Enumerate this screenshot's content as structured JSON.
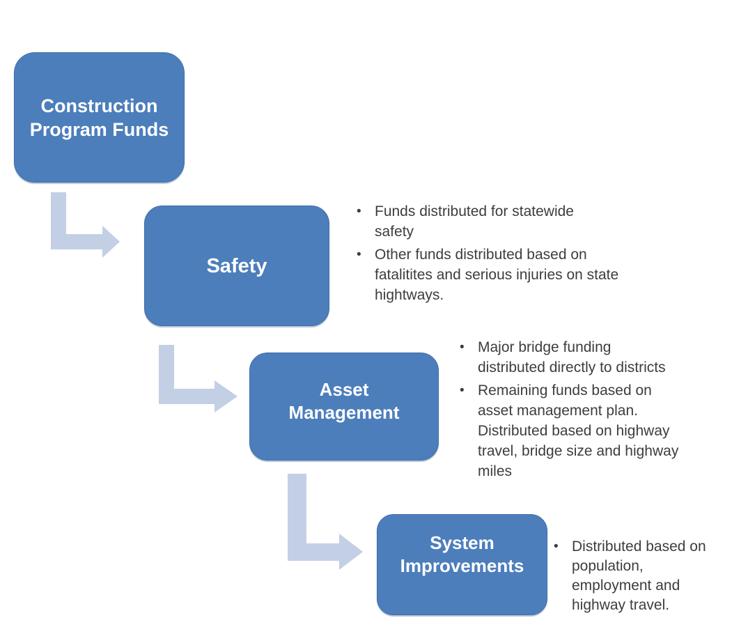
{
  "diagram": {
    "background": "#ffffff",
    "colors": {
      "node_fill": "#4c7ebb",
      "node_border": "#3e6ea9",
      "node_text": "#ffffff",
      "arrow_fill": "#c3cfe4",
      "bullet_text": "#3d3d3d"
    },
    "bullet_glyph": "•",
    "nodes": [
      {
        "label": "Construction\nProgram Funds",
        "bullets": []
      },
      {
        "label": "Safety",
        "bullets": [
          "Funds distributed for statewide\nsafety",
          "Other funds distributed based on\nfatalitites and serious injuries on state\nhightways."
        ]
      },
      {
        "label": "Asset\nManagement",
        "bullets": [
          "Major bridge funding\ndistributed directly to districts",
          "Remaining funds based on\nasset management plan.\nDistributed based on highway\ntravel, bridge size and highway\nmiles"
        ]
      },
      {
        "label": "System\nImprovements",
        "bullets": [
          "Distributed based on\npopulation,\nemployment and\nhighway travel."
        ]
      }
    ],
    "connectors": [
      {
        "from": "Construction Program Funds",
        "to": "Safety",
        "type": "elbow-arrow"
      },
      {
        "from": "Safety",
        "to": "Asset Management",
        "type": "elbow-arrow"
      },
      {
        "from": "Asset Management",
        "to": "System Improvements",
        "type": "elbow-arrow"
      }
    ]
  }
}
